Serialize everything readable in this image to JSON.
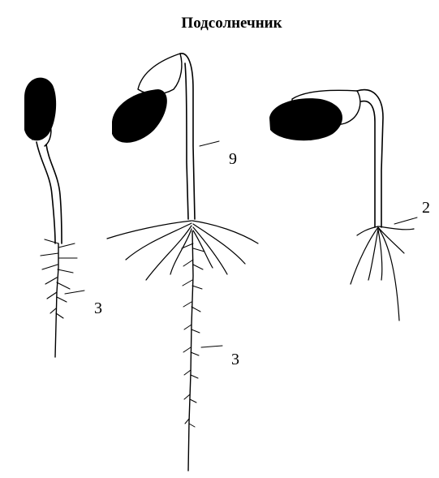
{
  "title": "Подсолнечник",
  "labels": {
    "seedling_left_root": "3",
    "seedling_middle_hypocotyl": "9",
    "seedling_middle_root": "3",
    "seedling_right_roots": "2"
  },
  "colors": {
    "ink": "#000000",
    "background": "#ffffff",
    "seed_shading": "#cfcfcf"
  }
}
